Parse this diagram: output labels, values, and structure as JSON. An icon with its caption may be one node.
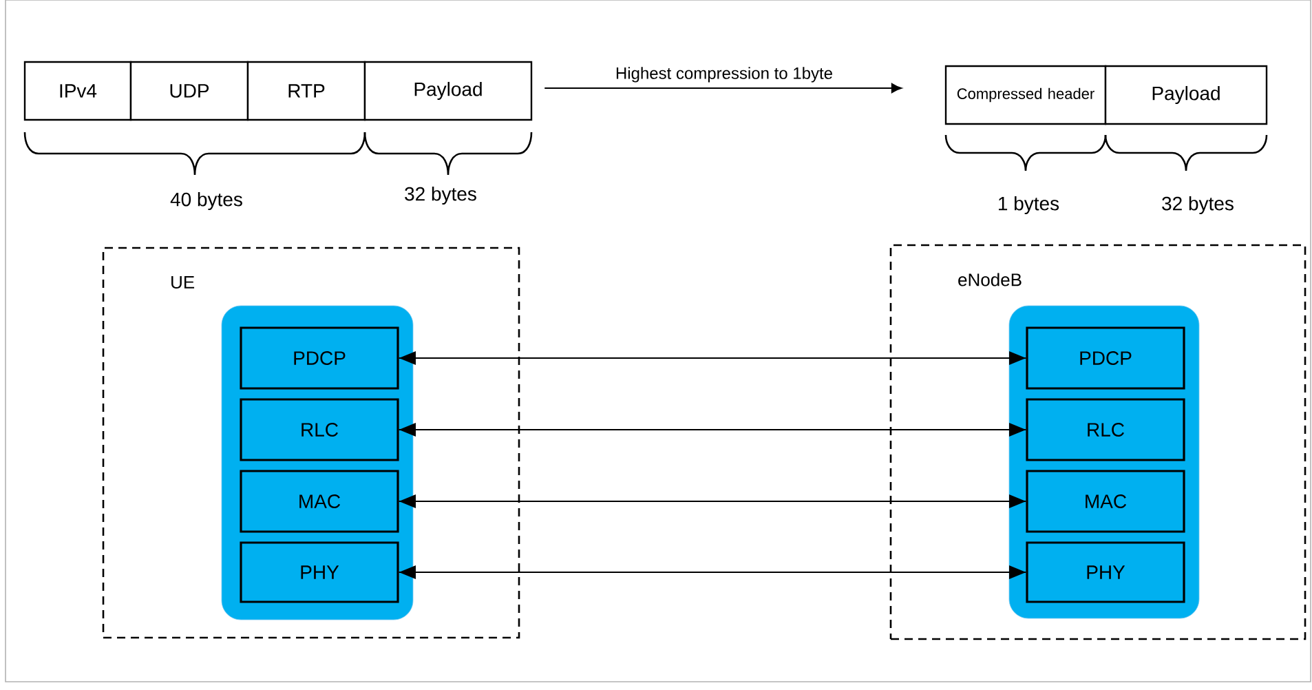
{
  "diagram": {
    "nodes": [
      {
        "text": [
          "IPv4"
        ]
      },
      {
        "text": [
          "UDP"
        ]
      },
      {
        "text": [
          "RTP"
        ]
      },
      {
        "text": [
          "Payload"
        ]
      },
      {
        "text": [
          "Compressed header"
        ]
      },
      {
        "text": [
          "Payload"
        ]
      },
      {
        "text": [
          "UE"
        ]
      },
      {
        "text": [],
        "shape": "box",
        "in": 6
      },
      {
        "text": [
          "PDCP"
        ],
        "in": 7
      },
      {
        "text": [
          "RLC"
        ],
        "in": 7
      },
      {
        "text": [
          "MAC"
        ],
        "in": 7
      },
      {
        "text": [
          "PHY"
        ],
        "in": 7
      },
      {
        "text": [
          "eNodeB"
        ]
      },
      {
        "text": [],
        "shape": "box",
        "in": 12
      },
      {
        "text": [
          "PDCP"
        ],
        "in": 13
      },
      {
        "text": [
          "RLC"
        ],
        "in": 13
      },
      {
        "text": [
          "MAC"
        ],
        "in": 13
      },
      {
        "text": [
          "PHY"
        ],
        "in": 13
      }
    ],
    "edges": [
      {
        "from": 3,
        "to": 4,
        "arrow": "to",
        "label": "Highest compression to 1byte"
      },
      {
        "from": 8,
        "to": 14,
        "arrow": "both"
      },
      {
        "from": 9,
        "to": 15,
        "arrow": "both"
      },
      {
        "from": 10,
        "to": 16,
        "arrow": "both"
      },
      {
        "from": 11,
        "to": 17,
        "arrow": "both"
      }
    ],
    "labels": [
      "40 bytes",
      "32 bytes",
      "1 bytes",
      "32 bytes"
    ]
  }
}
